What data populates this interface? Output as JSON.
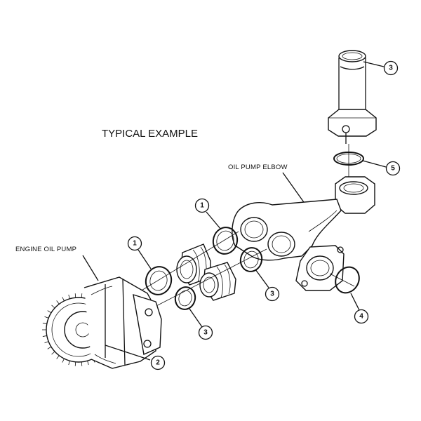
{
  "title": "TYPICAL EXAMPLE",
  "labels": {
    "engine_oil_pump": "ENGINE OIL PUMP",
    "oil_pump_elbow": "OIL PUMP ELBOW"
  },
  "callouts": [
    {
      "id": "c3-top",
      "num": "3"
    },
    {
      "id": "c5",
      "num": "5"
    },
    {
      "id": "c1-right",
      "num": "1"
    },
    {
      "id": "c1-left",
      "num": "1"
    },
    {
      "id": "c3-mid",
      "num": "3"
    },
    {
      "id": "c3-low",
      "num": "3"
    },
    {
      "id": "c4",
      "num": "4"
    },
    {
      "id": "c2",
      "num": "2"
    }
  ]
}
